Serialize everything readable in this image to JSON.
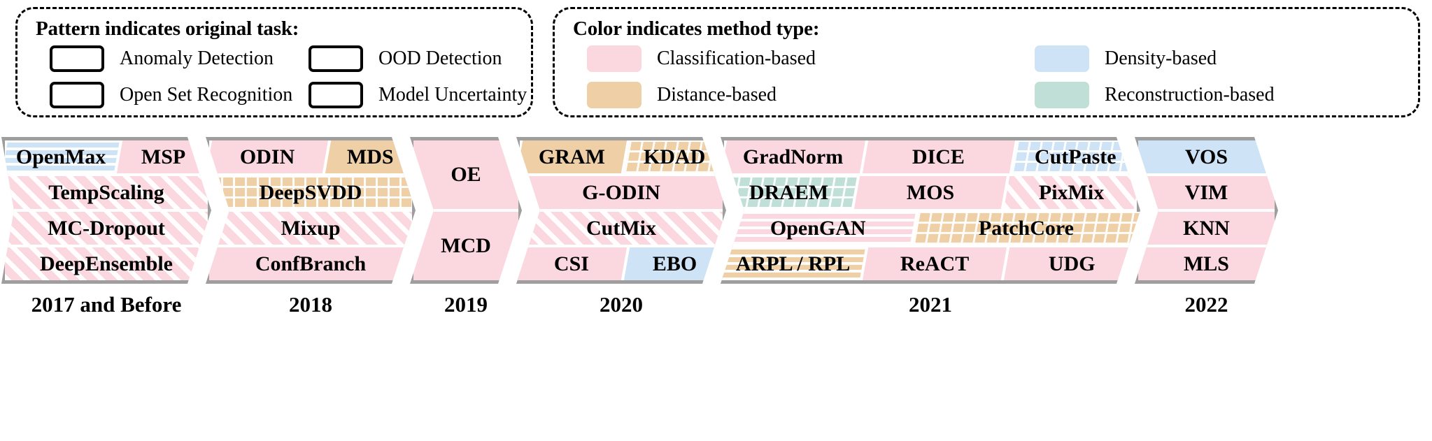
{
  "legends": {
    "pattern": {
      "title": "Pattern indicates original task:",
      "items": [
        {
          "label": "Anomaly Detection",
          "pattern": "grid-pattern-icon"
        },
        {
          "label": "OOD Detection",
          "pattern": "plain-pattern-icon"
        },
        {
          "label": "Open Set Recognition",
          "pattern": "horizontal-lines-pattern-icon"
        },
        {
          "label": "Model Uncertainty",
          "pattern": "diagonal-hatch-pattern-icon"
        }
      ]
    },
    "color": {
      "title": "Color indicates method type:",
      "items": [
        {
          "label": "Classification-based",
          "color": "#fbd7e0"
        },
        {
          "label": "Density-based",
          "color": "#cfe3f7"
        },
        {
          "label": "Distance-based",
          "color": "#eecfa6"
        },
        {
          "label": "Reconstruction-based",
          "color": "#bfdfd7"
        }
      ]
    }
  },
  "chart_data": {
    "type": "timeline",
    "title": "Timeline of OOD / anomaly detection methods by year",
    "color_key": {
      "classification-based": "#fbd7e0",
      "density-based": "#cfe3f7",
      "distance-based": "#eecfa6",
      "reconstruction-based": "#bfdfd7"
    },
    "pattern_key": {
      "anomaly-detection": "grid",
      "ood-detection": "plain",
      "open-set-recognition": "horizontal-lines",
      "model-uncertainty": "diagonal-hatch"
    },
    "columns": [
      {
        "year": "2017 and Before",
        "rows": [
          [
            {
              "name": "OpenMax",
              "color": "density-based",
              "pattern": "open-set-recognition",
              "w": 56
            },
            {
              "name": "MSP",
              "color": "classification-based",
              "pattern": "ood-detection",
              "w": 44
            }
          ],
          [
            {
              "name": "TempScaling",
              "color": "classification-based",
              "pattern": "model-uncertainty",
              "w": 100
            }
          ],
          [
            {
              "name": "MC-Dropout",
              "color": "classification-based",
              "pattern": "model-uncertainty",
              "w": 100
            }
          ],
          [
            {
              "name": "DeepEnsemble",
              "color": "classification-based",
              "pattern": "model-uncertainty",
              "w": 100
            }
          ]
        ]
      },
      {
        "year": "2018",
        "rows": [
          [
            {
              "name": "ODIN",
              "color": "classification-based",
              "pattern": "ood-detection",
              "w": 58
            },
            {
              "name": "MDS",
              "color": "distance-based",
              "pattern": "ood-detection",
              "w": 42
            }
          ],
          [
            {
              "name": "DeepSVDD",
              "color": "distance-based",
              "pattern": "anomaly-detection",
              "w": 100
            }
          ],
          [
            {
              "name": "Mixup",
              "color": "classification-based",
              "pattern": "model-uncertainty",
              "w": 100
            }
          ],
          [
            {
              "name": "ConfBranch",
              "color": "classification-based",
              "pattern": "ood-detection",
              "w": 100
            }
          ]
        ]
      },
      {
        "year": "2019",
        "rows": [
          [
            {
              "name": "OE",
              "color": "classification-based",
              "pattern": "ood-detection",
              "w": 100,
              "rowspan": 2
            }
          ],
          [
            {
              "name": "MCD",
              "color": "classification-based",
              "pattern": "ood-detection",
              "w": 100,
              "rowspan": 2
            }
          ]
        ]
      },
      {
        "year": "2020",
        "rows": [
          [
            {
              "name": "GRAM",
              "color": "distance-based",
              "pattern": "ood-detection",
              "w": 52
            },
            {
              "name": "KDAD",
              "color": "distance-based",
              "pattern": "anomaly-detection",
              "w": 48
            }
          ],
          [
            {
              "name": "G-ODIN",
              "color": "classification-based",
              "pattern": "ood-detection",
              "w": 100
            }
          ],
          [
            {
              "name": "CutMix",
              "color": "classification-based",
              "pattern": "model-uncertainty",
              "w": 100
            }
          ],
          [
            {
              "name": "CSI",
              "color": "classification-based",
              "pattern": "ood-detection",
              "w": 52
            },
            {
              "name": "EBO",
              "color": "density-based",
              "pattern": "ood-detection",
              "w": 48
            }
          ]
        ]
      },
      {
        "year": "2021",
        "rows": [
          [
            {
              "name": "GradNorm",
              "color": "classification-based",
              "pattern": "ood-detection",
              "w": 34
            },
            {
              "name": "DICE",
              "color": "classification-based",
              "pattern": "ood-detection",
              "w": 36
            },
            {
              "name": "CutPaste",
              "color": "density-based",
              "pattern": "anomaly-detection",
              "w": 30
            }
          ],
          [
            {
              "name": "DRAEM",
              "color": "reconstruction-based",
              "pattern": "anomaly-detection",
              "w": 32
            },
            {
              "name": "MOS",
              "color": "classification-based",
              "pattern": "ood-detection",
              "w": 36
            },
            {
              "name": "PixMix",
              "color": "classification-based",
              "pattern": "model-uncertainty",
              "w": 32
            }
          ],
          [
            {
              "name": "OpenGAN",
              "color": "classification-based",
              "pattern": "open-set-recognition",
              "w": 46
            },
            {
              "name": "PatchCore",
              "color": "distance-based",
              "pattern": "anomaly-detection",
              "w": 54
            }
          ],
          [
            {
              "name": "ARPL / RPL",
              "color": "distance-based",
              "pattern": "open-set-recognition",
              "w": 34
            },
            {
              "name": "ReACT",
              "color": "classification-based",
              "pattern": "ood-detection",
              "w": 34
            },
            {
              "name": "UDG",
              "color": "classification-based",
              "pattern": "ood-detection",
              "w": 32
            }
          ]
        ]
      },
      {
        "year": "2022",
        "rows": [
          [
            {
              "name": "VOS",
              "color": "density-based",
              "pattern": "ood-detection",
              "w": 100
            }
          ],
          [
            {
              "name": "VIM",
              "color": "classification-based",
              "pattern": "ood-detection",
              "w": 100
            }
          ],
          [
            {
              "name": "KNN",
              "color": "classification-based",
              "pattern": "ood-detection",
              "w": 100
            }
          ],
          [
            {
              "name": "MLS",
              "color": "classification-based",
              "pattern": "ood-detection",
              "w": 100
            }
          ]
        ]
      }
    ]
  }
}
